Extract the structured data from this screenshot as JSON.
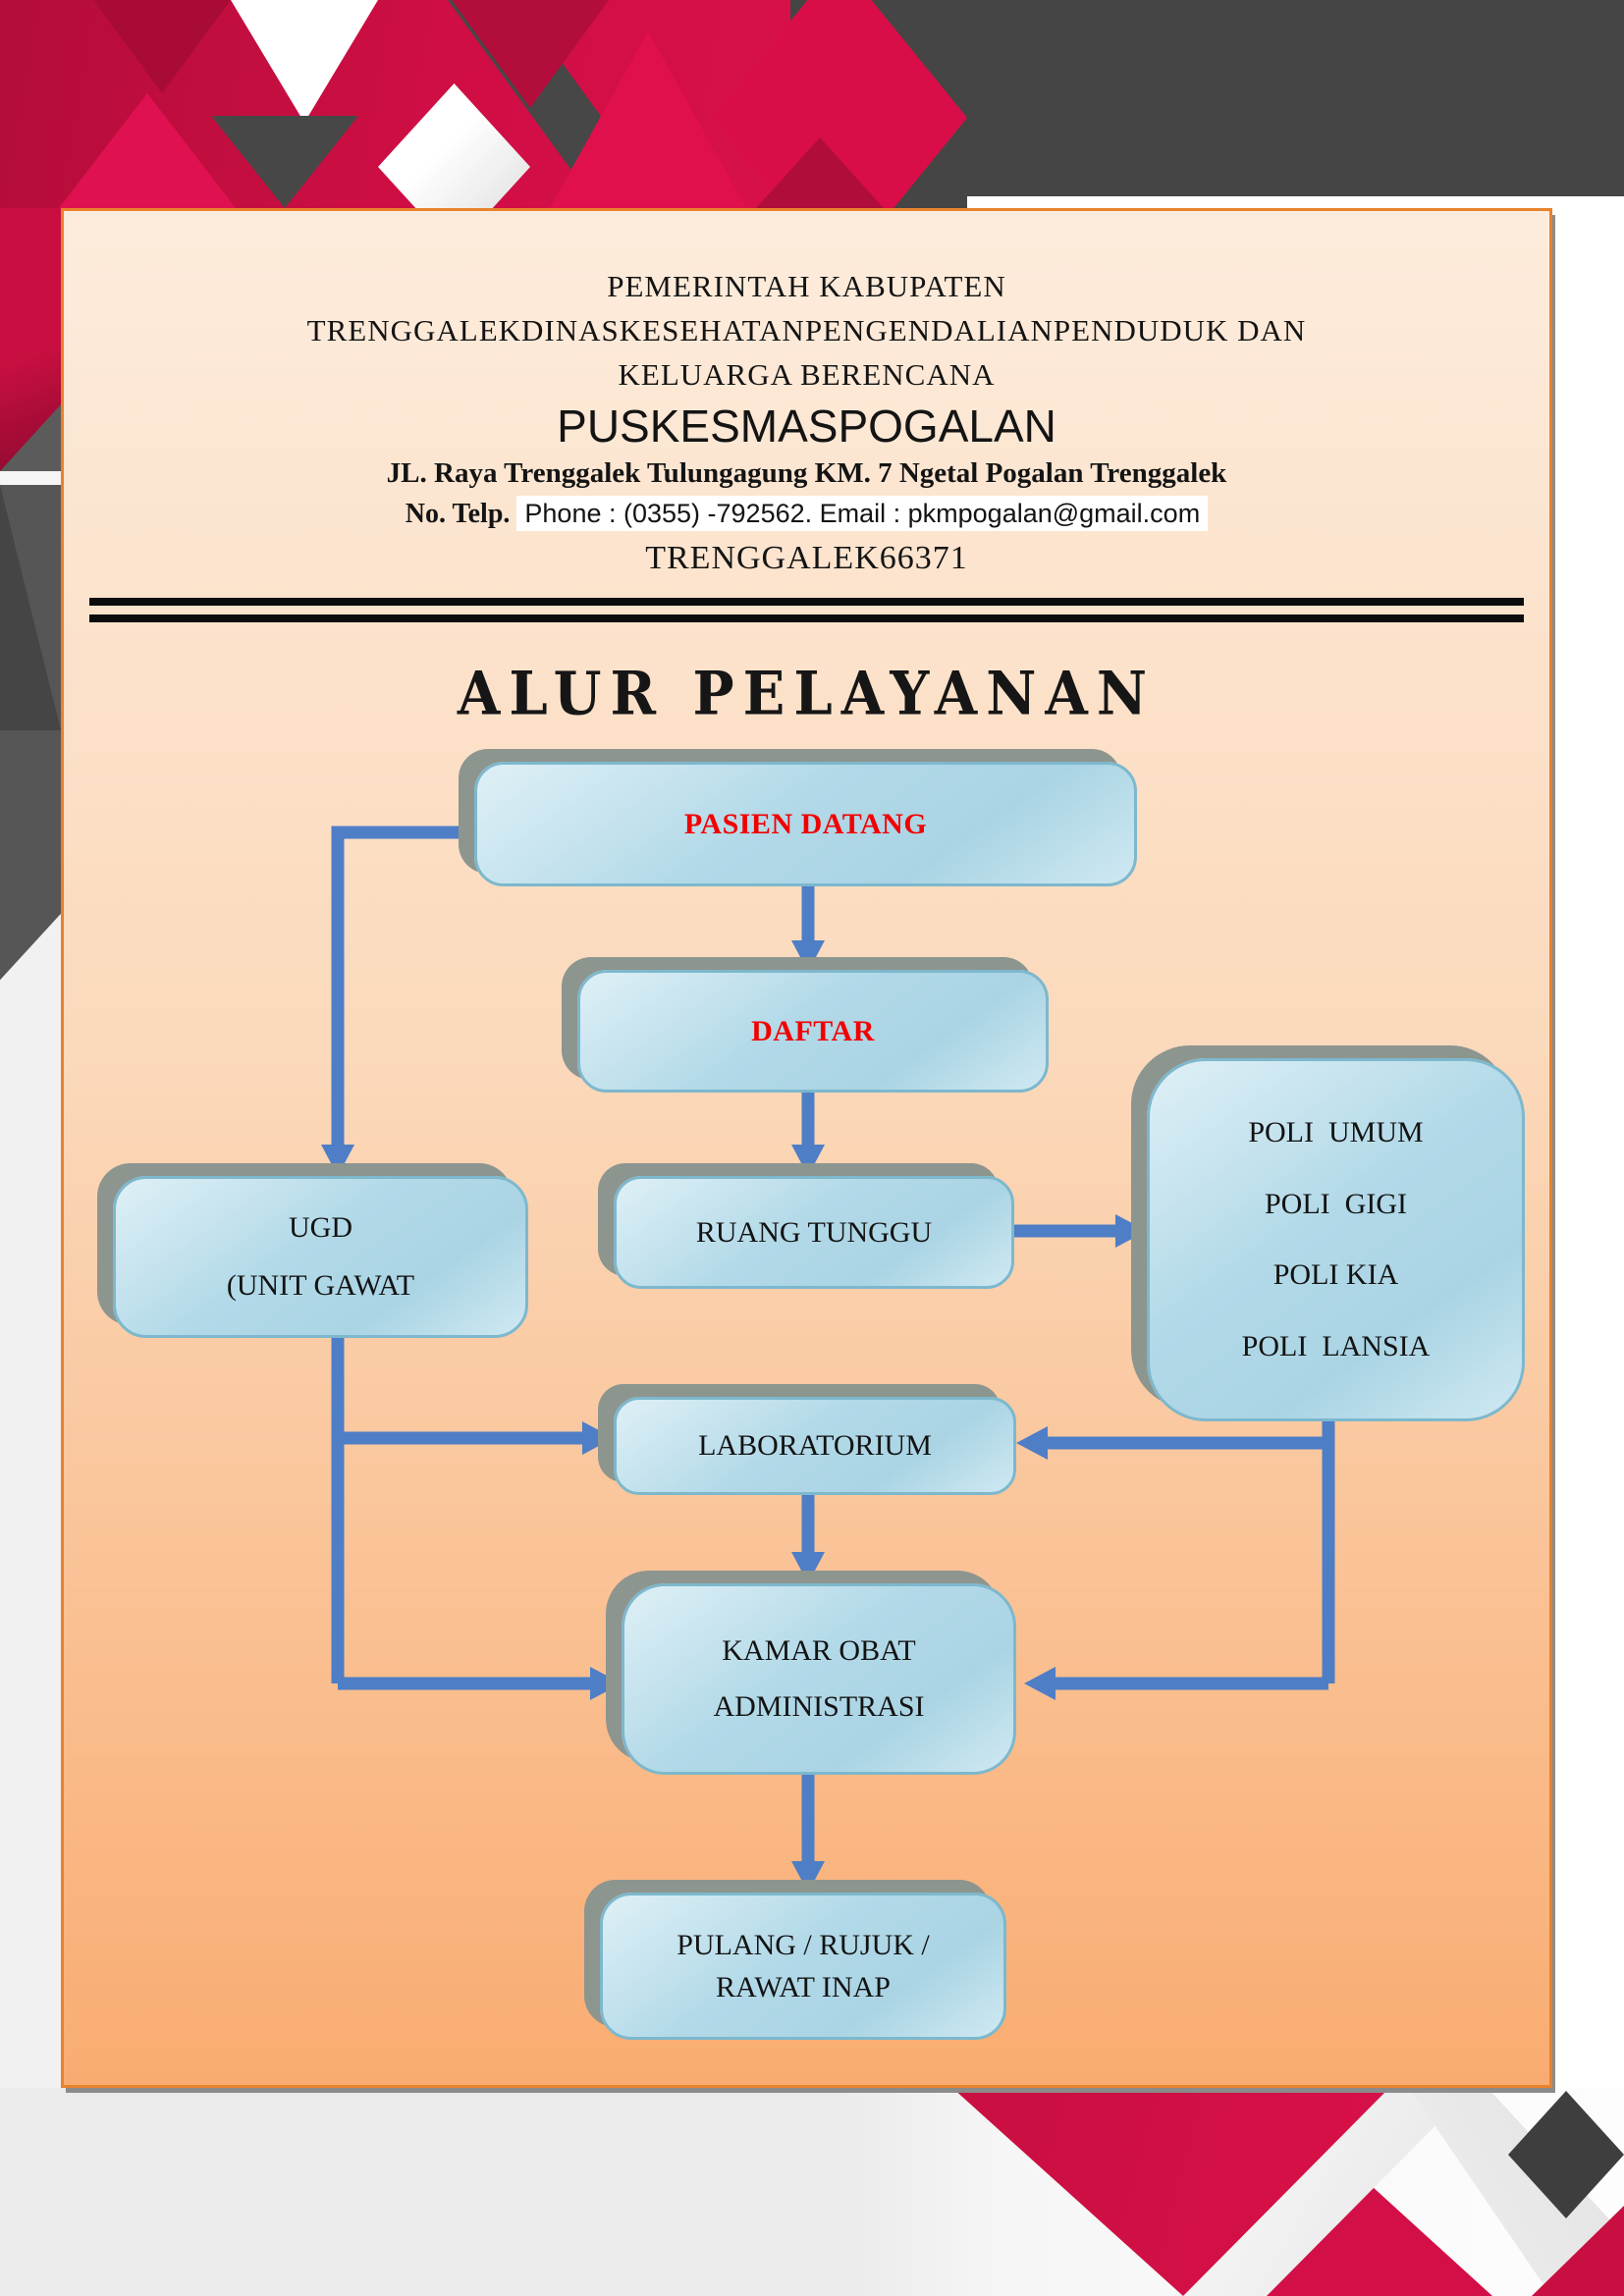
{
  "document": {
    "letterhead": {
      "line1": "PEMERINTAH KABUPATEN",
      "line2": "TRENGGALEKDINASKESEHATANPENGENDALIANPENDUDUK DAN",
      "line3": "KELUARGA BERENCANA",
      "institution": "PUSKESMASPOGALAN",
      "address": "JL. Raya Trenggalek Tulungagung KM. 7 Ngetal Pogalan Trenggalek",
      "phone_prefix": "No. Telp.",
      "phone_highlighted": "Phone : (0355) -792562. Email : pkmpogalan@gmail.com",
      "city_postcode": "TRENGGALEK66371"
    },
    "title": "ALUR PELAYANAN"
  },
  "flowchart": {
    "nodes": {
      "pasien_datang": {
        "label": "PASIEN DATANG"
      },
      "daftar": {
        "label": "DAFTAR"
      },
      "ugd": {
        "line1": "UGD",
        "line2": "(UNIT GAWAT"
      },
      "ruang_tunggu": {
        "label": "RUANG TUNGGU"
      },
      "poli": {
        "line1": "POLI  UMUM",
        "line2": "POLI  GIGI",
        "line3": "POLI KIA",
        "line4": "POLI  LANSIA"
      },
      "laboratorium": {
        "label": "LABORATORIUM"
      },
      "kamar_obat": {
        "line1": "KAMAR OBAT",
        "line2": "ADMINISTRASI"
      },
      "pulang": {
        "line1": "PULANG / RUJUK /",
        "line2": "RAWAT INAP"
      }
    }
  },
  "colors": {
    "crimson": "#cf0e44",
    "crimson_dark": "#b30d3a",
    "dark_gray": "#454545",
    "panel_border": "#e8822c",
    "panel_bg_top": "#fdecdc",
    "panel_bg_mid": "#fbd9bb",
    "panel_bg_bottom": "#f9ac71",
    "box_border": "#7db8cd",
    "box_fill_light": "#dff0f6",
    "box_fill_mid": "#b2d9e8",
    "box_fill_dark": "#aad4e4",
    "box_shadow": "#8d958f",
    "arrow": "#4e7ec6",
    "red_text": "#f20000",
    "divider": "#0c0c0c",
    "highlight_bg": "#ffffff"
  }
}
